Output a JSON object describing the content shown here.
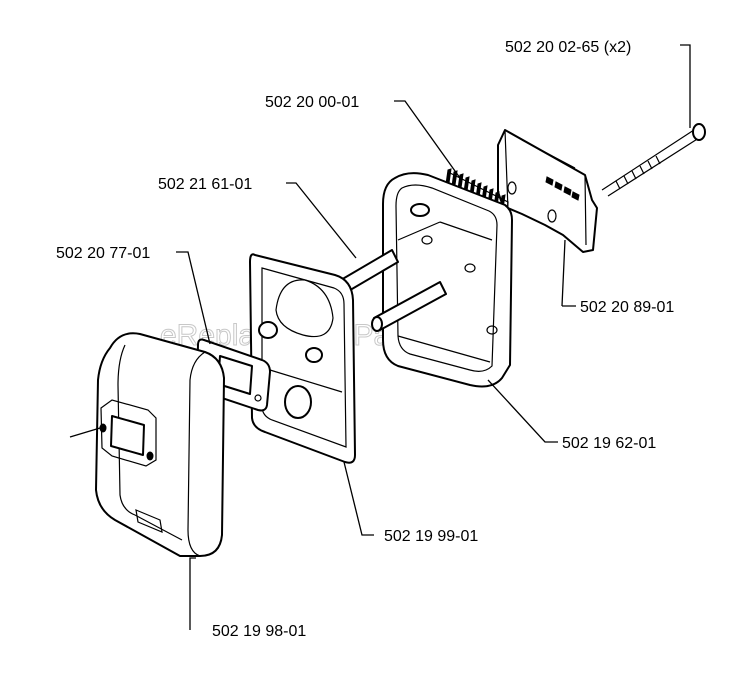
{
  "watermark": "eReplacementParts.com",
  "callouts": [
    {
      "id": "bolt",
      "part_number": "502 20 02-65 (x2)"
    },
    {
      "id": "spark-screen",
      "part_number": "502 20 00-01"
    },
    {
      "id": "stud",
      "part_number": "502 21 61-01"
    },
    {
      "id": "outer-gasket",
      "part_number": "502 20 77-01"
    },
    {
      "id": "heat-shield",
      "part_number": "502 20 89-01"
    },
    {
      "id": "muffler-body",
      "part_number": "502 19 62-01"
    },
    {
      "id": "cooling-plate",
      "part_number": "502 19 99-01"
    },
    {
      "id": "muffler-cover",
      "part_number": "502 19 98-01"
    }
  ]
}
